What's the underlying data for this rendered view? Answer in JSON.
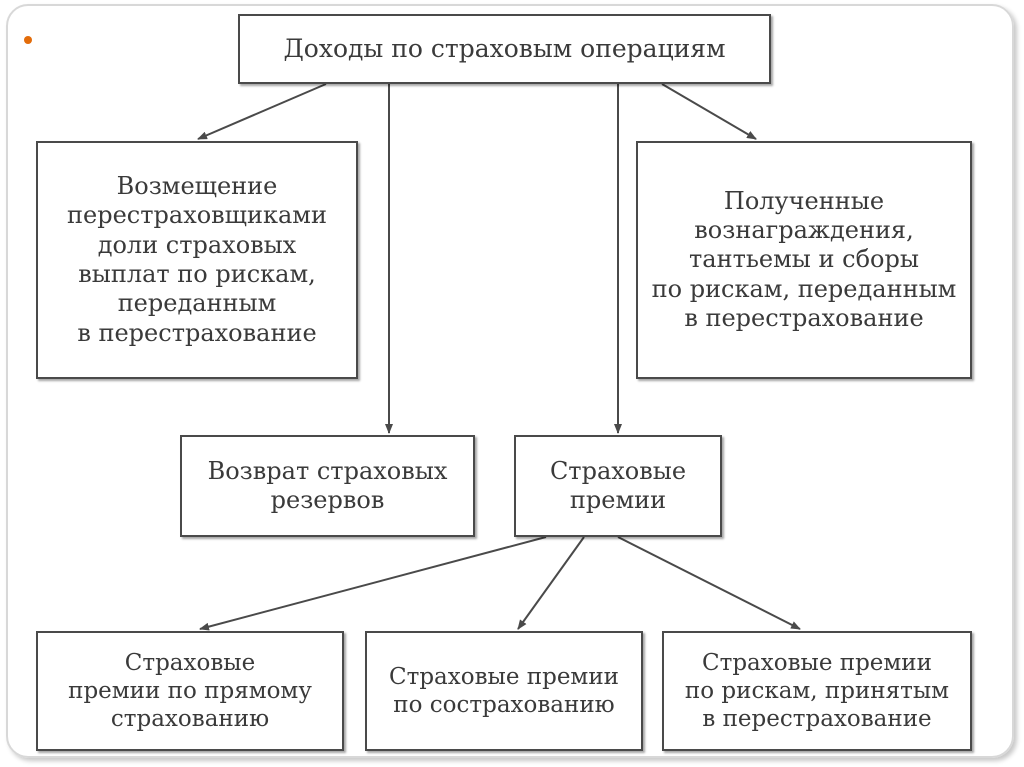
{
  "diagram": {
    "root": "Доходы по страховым операциям",
    "reimbursement": "Возмещение\nперестраховщиками\nдоли страховых\nвыплат по рискам,\nпереданным\nв перестрахование",
    "rewards": "Полученные\nвознаграждения,\nтантьемы и сборы\nпо рискам, переданным\nв перестрахование",
    "reserves_return": "Возврат страховых\nрезервов",
    "premiums": "Страховые\nпремии",
    "direct_premiums": "Страховые\nпремии по прямому\nстрахованию",
    "coinsurance_premiums": "Страховые премии\nпо сострахованию",
    "accepted_premiums": "Страховые премии\nпо рискам, принятым\nв перестрахование"
  },
  "colors": {
    "line": "#4a4a4a",
    "text": "#3a3a3a",
    "bullet": "#e36c0a"
  }
}
